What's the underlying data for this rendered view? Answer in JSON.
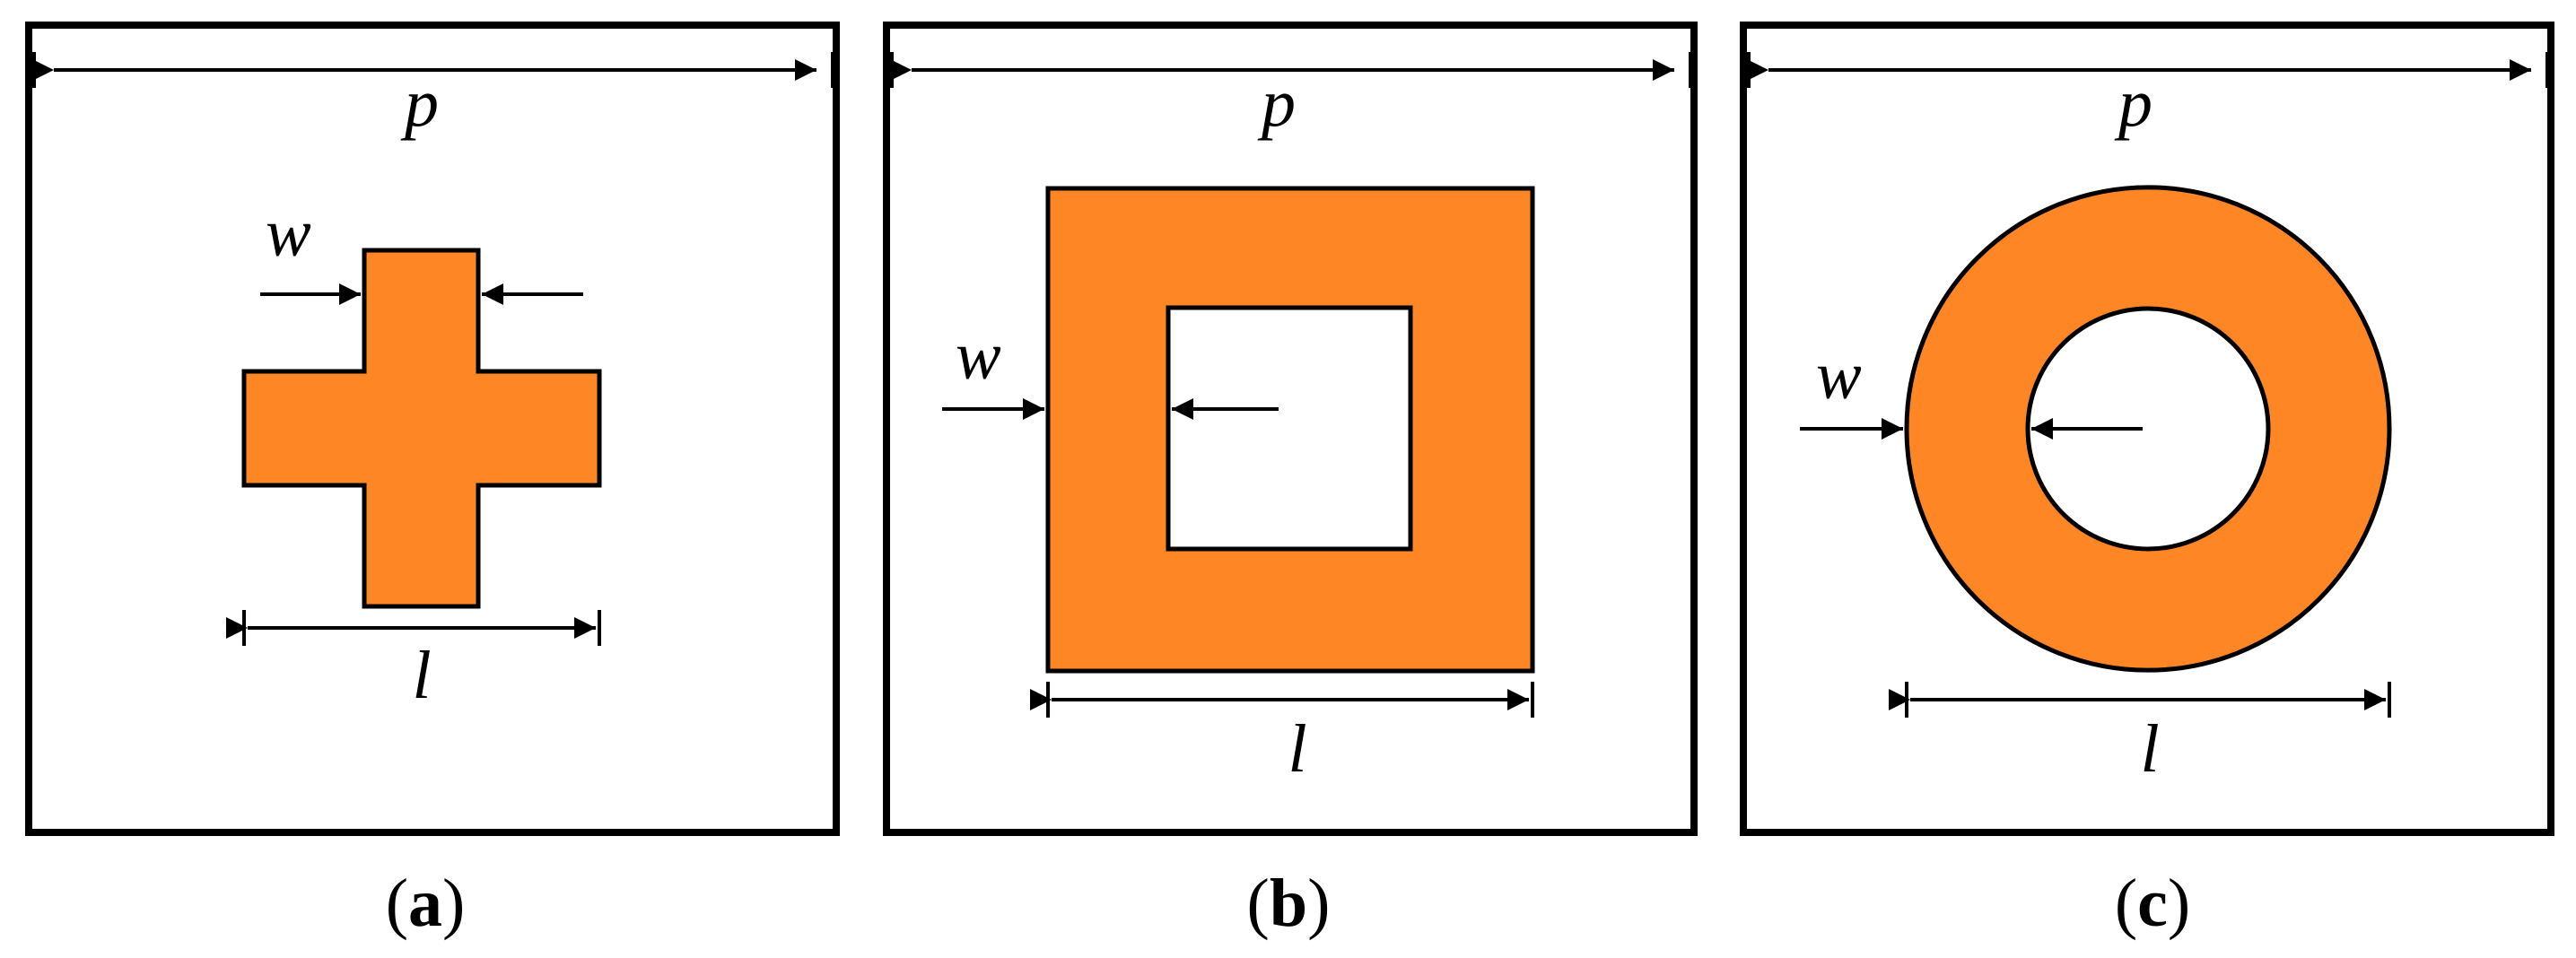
{
  "colors": {
    "fill": "#FF8625",
    "stroke": "#000000",
    "background": "#FFFFFF"
  },
  "panels": [
    {
      "shape": "cross",
      "labels": {
        "period": "p",
        "width": "w",
        "length": "l"
      },
      "caption": {
        "open": "(",
        "letter": "a",
        "close": ")"
      }
    },
    {
      "shape": "square-ring",
      "labels": {
        "period": "p",
        "width": "w",
        "length": "l"
      },
      "caption": {
        "open": "(",
        "letter": "b",
        "close": ")"
      }
    },
    {
      "shape": "circular-ring",
      "labels": {
        "period": "p",
        "width": "w",
        "length": "l"
      },
      "caption": {
        "open": "(",
        "letter": "c",
        "close": ")"
      }
    }
  ]
}
